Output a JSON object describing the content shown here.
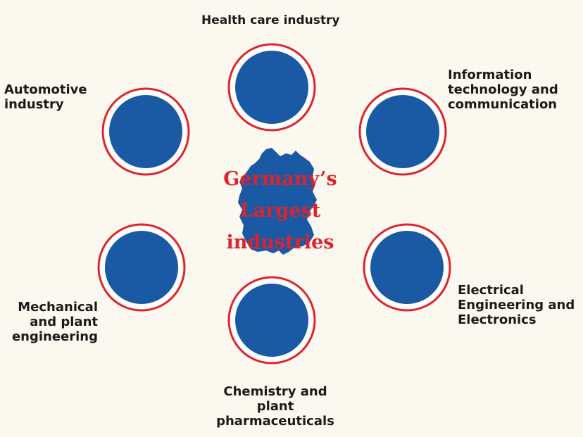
{
  "title": "Germany’s\nLargest\nindustries",
  "colors": {
    "background": "#fbf8f0",
    "circle_fill": "#1a59a4",
    "ring": "#e0232b",
    "map_fill": "#1a59a4",
    "title_text": "#e0232b",
    "label_text": "#1a1a1a"
  },
  "industries": {
    "health_care": "Health care industry",
    "it_communication": "Information\ntechnology and\ncommunication",
    "electrical": "Electrical\nEngineering and\nElectronics",
    "chemistry": "Chemistry and\nplant\npharmaceuticals",
    "mechanical": "Mechanical\nand plant\nengineering",
    "automotive": "Automotive\nindustry"
  }
}
